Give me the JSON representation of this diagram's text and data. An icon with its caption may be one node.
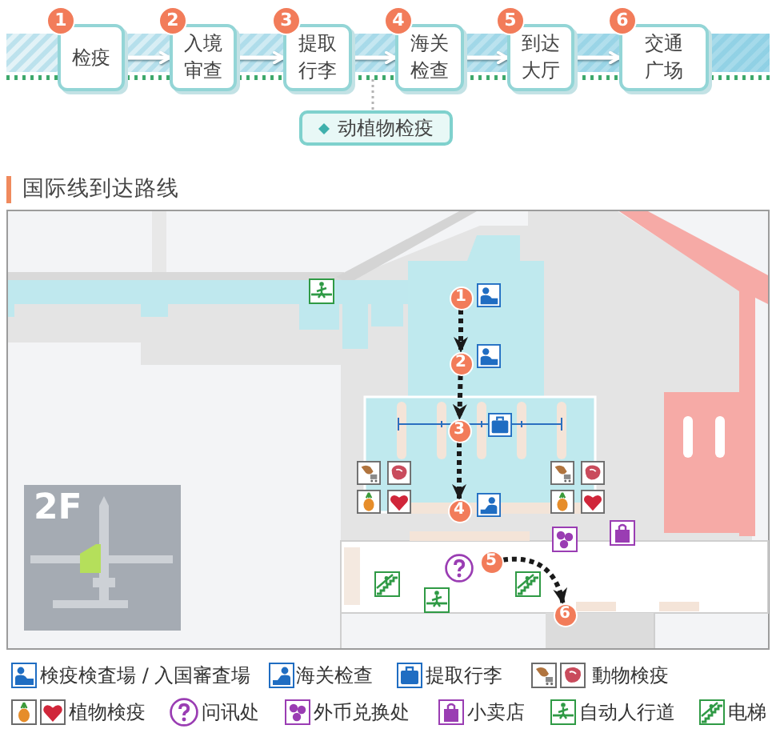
{
  "diagram": {
    "title": "国际线到达路线",
    "nodes": [
      {
        "text": [
          "检疫"
        ],
        "beside": [
          "1"
        ]
      },
      {
        "text": [
          "入境审查"
        ],
        "beside": [
          "2"
        ]
      },
      {
        "text": [
          "提取行李"
        ],
        "beside": [
          "3"
        ]
      },
      {
        "text": [
          "海关检查"
        ],
        "beside": [
          "4"
        ]
      },
      {
        "text": [
          "到达大厅"
        ],
        "beside": [
          "5"
        ]
      },
      {
        "text": [
          "交通广场"
        ],
        "beside": [
          "6"
        ]
      },
      {
        "text": [
          "动植物检疫"
        ]
      },
      {
        "text": [
          "1"
        ]
      },
      {
        "text": [
          "2"
        ]
      },
      {
        "text": [
          "3"
        ]
      },
      {
        "text": [
          "4"
        ]
      },
      {
        "text": [
          "5"
        ]
      },
      {
        "text": [
          "6"
        ]
      },
      {
        "text": [],
        "shape": "line"
      }
    ],
    "edges": [
      {
        "from": 0,
        "to": 1,
        "arrow": "to"
      },
      {
        "from": 1,
        "to": 2,
        "arrow": "to"
      },
      {
        "from": 2,
        "to": 3,
        "arrow": "to"
      },
      {
        "from": 3,
        "to": 4,
        "arrow": "to"
      },
      {
        "from": 4,
        "to": 5,
        "arrow": "to"
      },
      {
        "from": 13,
        "to": 6,
        "arrow": "none",
        "style": "dashed",
        "color": "#b4b4b4"
      },
      {
        "from": 7,
        "to": 8,
        "arrow": "to",
        "style": "dashed",
        "color": "#1a1a1a"
      },
      {
        "from": 8,
        "to": 9,
        "arrow": "to",
        "style": "dashed",
        "color": "#1a1a1a"
      },
      {
        "from": 9,
        "to": 10,
        "arrow": "to",
        "style": "dashed",
        "color": "#1a1a1a"
      },
      {
        "from": 11,
        "to": 12,
        "arrow": "to",
        "style": "dashed",
        "color": "#1a1a1a"
      }
    ],
    "labels": [
      "2F"
    ],
    "legend": [
      {
        "text": "検疫検査場 / 入国審査場"
      },
      {
        "text": "海关检查"
      },
      {
        "text": "提取行李"
      },
      {
        "text": "動物検疫"
      },
      {
        "text": "植物検疫"
      },
      {
        "text": "问讯处"
      },
      {
        "text": "外币兑换处"
      },
      {
        "text": "小卖店"
      },
      {
        "text": "自动人行道"
      },
      {
        "text": "电梯"
      }
    ]
  }
}
